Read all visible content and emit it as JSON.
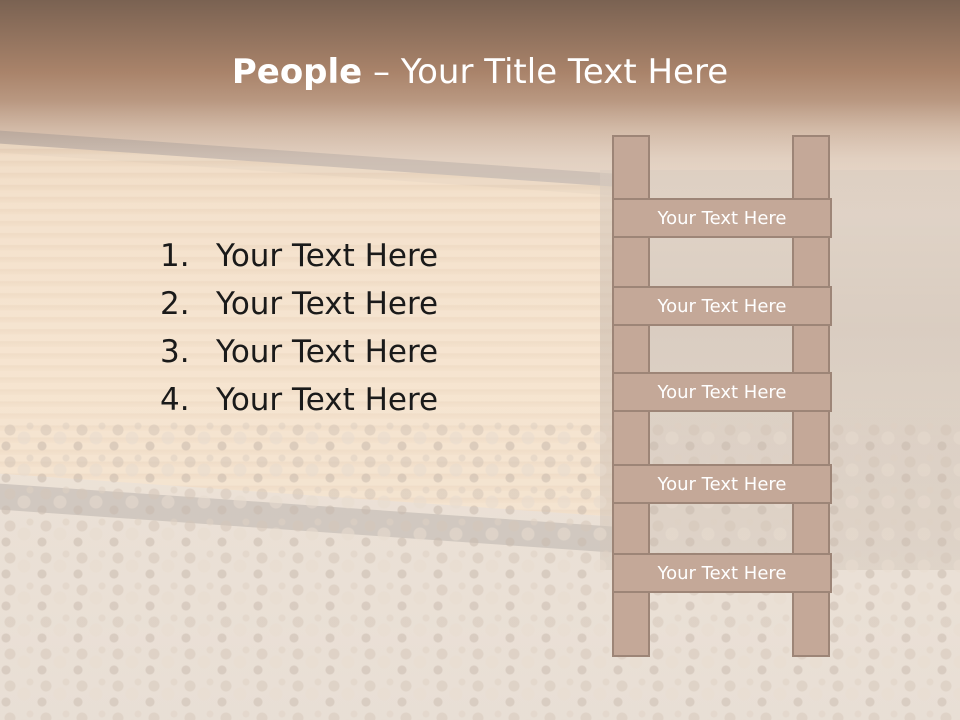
{
  "title": {
    "bold": "People",
    "separator": " – ",
    "rest": "Your Title Text Here"
  },
  "list": [
    {
      "num": "1.",
      "text": "Your Text Here"
    },
    {
      "num": "2.",
      "text": "Your Text Here"
    },
    {
      "num": "3.",
      "text": "Your Text Here"
    },
    {
      "num": "4.",
      "text": "Your Text Here"
    }
  ],
  "ladder": [
    {
      "text": "Your Text Here"
    },
    {
      "text": "Your Text Here"
    },
    {
      "text": "Your Text Here"
    },
    {
      "text": "Your Text Here"
    },
    {
      "text": "Your Text Here"
    }
  ]
}
